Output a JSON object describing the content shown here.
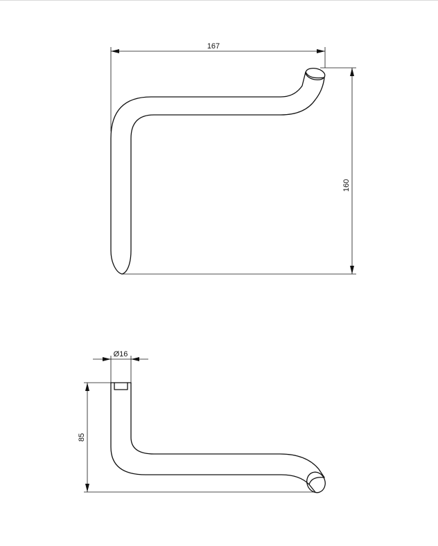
{
  "top_view": {
    "width_label": "167",
    "height_label": "160"
  },
  "side_view": {
    "diameter_label": "Ø16",
    "height_label": "85"
  }
}
